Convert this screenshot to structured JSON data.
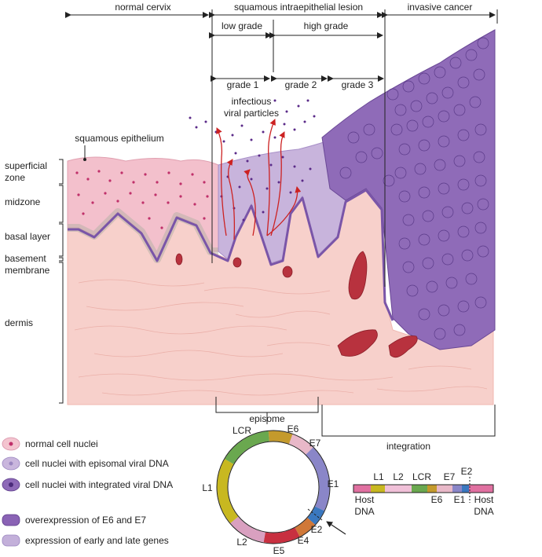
{
  "headers": {
    "normal_cervix": "normal cervix",
    "sil": "squamous intraepithelial lesion",
    "invasive": "invasive cancer",
    "low_grade": "low grade",
    "high_grade": "high grade",
    "grade1": "grade 1",
    "grade2": "grade 2",
    "grade3": "grade 3"
  },
  "annotations": {
    "infectious": "infectious",
    "viral_particles": "viral particles",
    "squamous_epithelium": "squamous epithelium"
  },
  "layers": {
    "superficial_1": "superficial",
    "superficial_2": "zone",
    "midzone": "midzone",
    "basal": "basal layer",
    "basement_1": "basement",
    "basement_2": "membrane",
    "dermis": "dermis"
  },
  "bottom": {
    "episome": "episome",
    "integration": "integration"
  },
  "legend": [
    {
      "text": "normal cell nuclei",
      "fill": "#f3c4cf",
      "nucleus": "#c0306a"
    },
    {
      "text": "cell nuclei with episomal viral DNA",
      "fill": "#c9b6dd",
      "nucleus": "#9a86c0"
    },
    {
      "text": "cell nuclei with integrated viral DNA",
      "fill": "#8e6ab8",
      "nucleus": "#4a2a7a"
    },
    {
      "text": "overexpression of E6 and E7",
      "fill": "#8a63b5",
      "nucleus": ""
    },
    {
      "text": "expression of early and late genes",
      "fill": "#c3b0da",
      "nucleus": ""
    }
  ],
  "genome_labels": {
    "LCR": "LCR",
    "E6": "E6",
    "E7": "E7",
    "E1": "E1",
    "E2": "E2",
    "E4": "E4",
    "E5": "E5",
    "L2": "L2",
    "L1": "L1"
  },
  "linear_labels": {
    "L1": "L1",
    "L2": "L2",
    "LCR": "LCR",
    "E7": "E7",
    "E6": "E6",
    "E2": "E2",
    "E1": "E1",
    "host_left_1": "Host",
    "host_left_2": "DNA",
    "host_right_1": "Host",
    "host_right_2": "DNA"
  },
  "colors": {
    "dermis": "#f7d0cb",
    "normal_epithelium": "#f3c0cc",
    "episomal": "#c8b4dc",
    "integrated": "#8f6bb8",
    "basement": "#7a55a8",
    "vessel": "#b8323e",
    "arrow": "#cc2222",
    "lcr": "#6aa84f",
    "e6": "#c49a2c",
    "e7": "#e8b8c8",
    "e1": "#8a86c8",
    "e2": "#3a78c0",
    "e4": "#d07838",
    "e5": "#c83040",
    "l2": "#d9a0c0",
    "l1": "#c8b820"
  }
}
